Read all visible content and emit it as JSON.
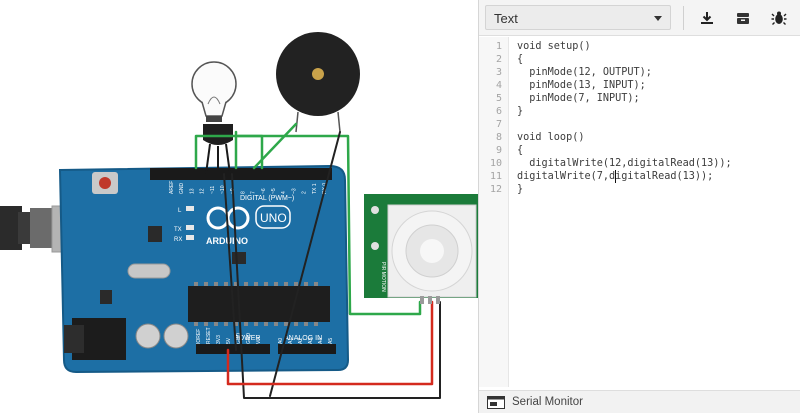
{
  "toolbar": {
    "mode_value": "Text",
    "download_icon": "download-icon",
    "library_icon": "component-library-icon",
    "debug_icon": "bug-icon"
  },
  "editor": {
    "line_numbers": [
      "1",
      "2",
      "3",
      "4",
      "5",
      "6",
      "7",
      "8",
      "9",
      "10",
      "11",
      "12"
    ],
    "lines": [
      "void setup()",
      "{",
      "  pinMode(12, OUTPUT);",
      "  pinMode(13, INPUT);",
      "  pinMode(7, INPUT);",
      "}",
      "",
      "void loop()",
      "{",
      "  digitalWrite(12,digitalRead(13));",
      "digitalWrite(7,digitalRead(13));",
      "}"
    ]
  },
  "serial_monitor": {
    "label": "Serial Monitor"
  },
  "board": {
    "brand": "ARDUINO",
    "model": "UNO",
    "digital_header": "DIGITAL (PWM~)",
    "power_header": "POWER",
    "analog_header": "ANALOG IN",
    "digital_pin_labels": [
      "AREF",
      "GND",
      "13",
      "12",
      "~11",
      "~10",
      "~9",
      "8",
      "7",
      "~6",
      "~5",
      "4",
      "~3",
      "2",
      "TX 1",
      "RX 0"
    ],
    "side_labels": [
      "L",
      "TX",
      "RX"
    ],
    "power_pin_labels": [
      "IOREF",
      "RESET",
      "3V3",
      "5V",
      "GND",
      "GND",
      "Vin"
    ],
    "analog_pin_labels": [
      "A0",
      "A1",
      "A2",
      "A3",
      "A4",
      "A5"
    ]
  },
  "pir_sensor": {
    "label": "PIR MOTION"
  },
  "colors": {
    "board_blue": "#1d6fa5",
    "wire_green": "#2ea84a",
    "wire_red": "#d42a1e",
    "wire_black": "#222222",
    "pir_board": "#1b7b3a"
  }
}
